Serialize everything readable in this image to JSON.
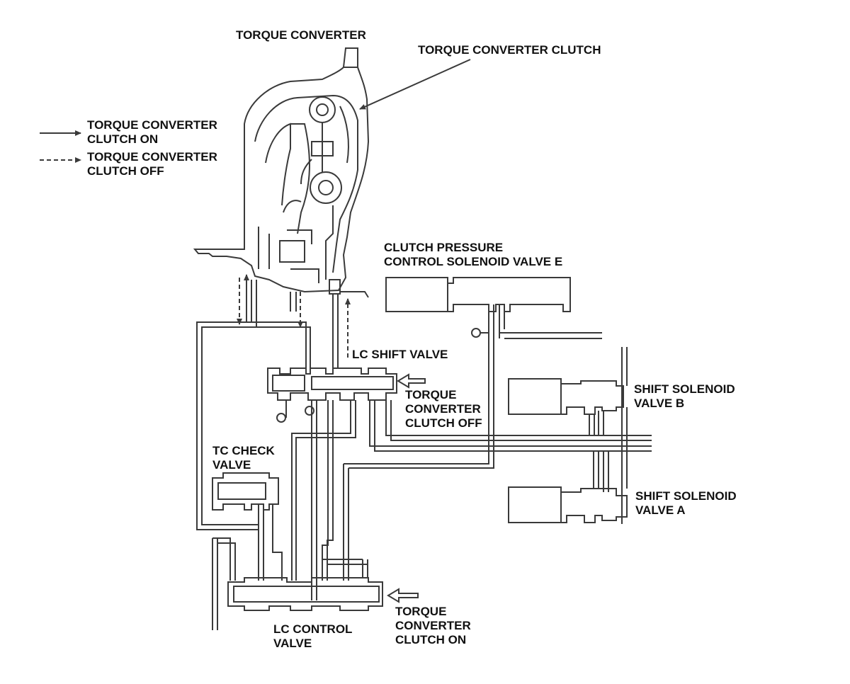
{
  "labels": {
    "torque_converter": "TORQUE CONVERTER",
    "torque_converter_clutch": "TORQUE CONVERTER CLUTCH",
    "legend_on": [
      "TORQUE CONVERTER",
      "CLUTCH ON"
    ],
    "legend_off": [
      "TORQUE CONVERTER",
      "CLUTCH OFF"
    ],
    "clutch_pressure_valve": [
      "CLUTCH PRESSURE",
      "CONTROL SOLENOID VALVE E"
    ],
    "lc_shift_valve": "LC SHIFT VALVE",
    "tcc_off": [
      "TORQUE",
      "CONVERTER",
      "CLUTCH OFF"
    ],
    "shift_solenoid_b": [
      "SHIFT SOLENOID",
      "VALVE B"
    ],
    "tc_check_valve": [
      "TC CHECK",
      "VALVE"
    ],
    "shift_solenoid_a": [
      "SHIFT SOLENOID",
      "VALVE A"
    ],
    "lc_control_valve": [
      "LC CONTROL",
      "VALVE"
    ],
    "tcc_on": [
      "TORQUE",
      "CONVERTER",
      "CLUTCH ON"
    ]
  },
  "colors": {
    "line": "#3a3a3a",
    "text": "#111111",
    "background": "#ffffff"
  }
}
